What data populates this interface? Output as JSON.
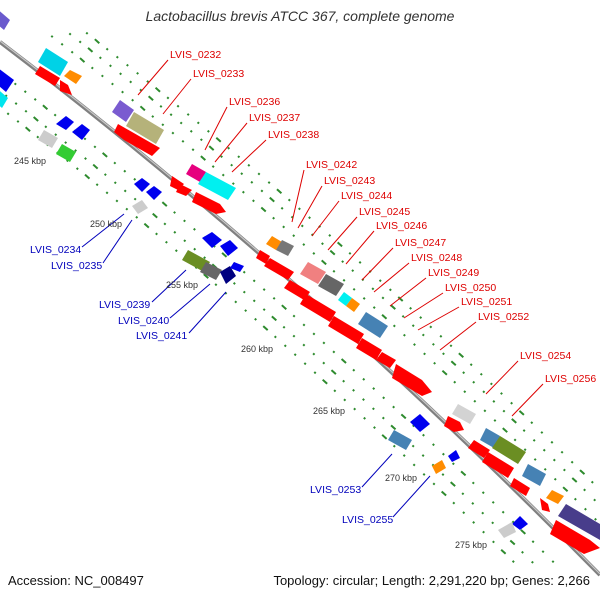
{
  "title": "Lactobacillus brevis ATCC 367, complete genome",
  "footer": {
    "accession": "Accession: NC_008497",
    "topology": "Topology: circular; Length: 2,291,220 bp; Genes: 2,266"
  },
  "colors": {
    "backbone": "#808080",
    "tick": "#2e8b2e",
    "forward_gene": "#ff0000",
    "reverse_gene": "#0000ee",
    "forward_label": "#dd0000",
    "reverse_label": "#0000bb",
    "scale_label": "#333333"
  },
  "scale_labels": [
    "245 kbp",
    "250 kbp",
    "255 kbp",
    "260 kbp",
    "265 kbp",
    "270 kbp",
    "275 kbp"
  ],
  "forward_labels": [
    "LVIS_0232",
    "LVIS_0233",
    "LVIS_0236",
    "LVIS_0237",
    "LVIS_0238",
    "LVIS_0242",
    "LVIS_0243",
    "LVIS_0244",
    "LVIS_0245",
    "LVIS_0246",
    "LVIS_0247",
    "LVIS_0248",
    "LVIS_0249",
    "LVIS_0250",
    "LVIS_0251",
    "LVIS_0252",
    "LVIS_0254",
    "LVIS_0256"
  ],
  "reverse_labels": [
    "LVIS_0234",
    "LVIS_0235",
    "LVIS_0239",
    "LVIS_0240",
    "LVIS_0241",
    "LVIS_0253",
    "LVIS_0255"
  ]
}
